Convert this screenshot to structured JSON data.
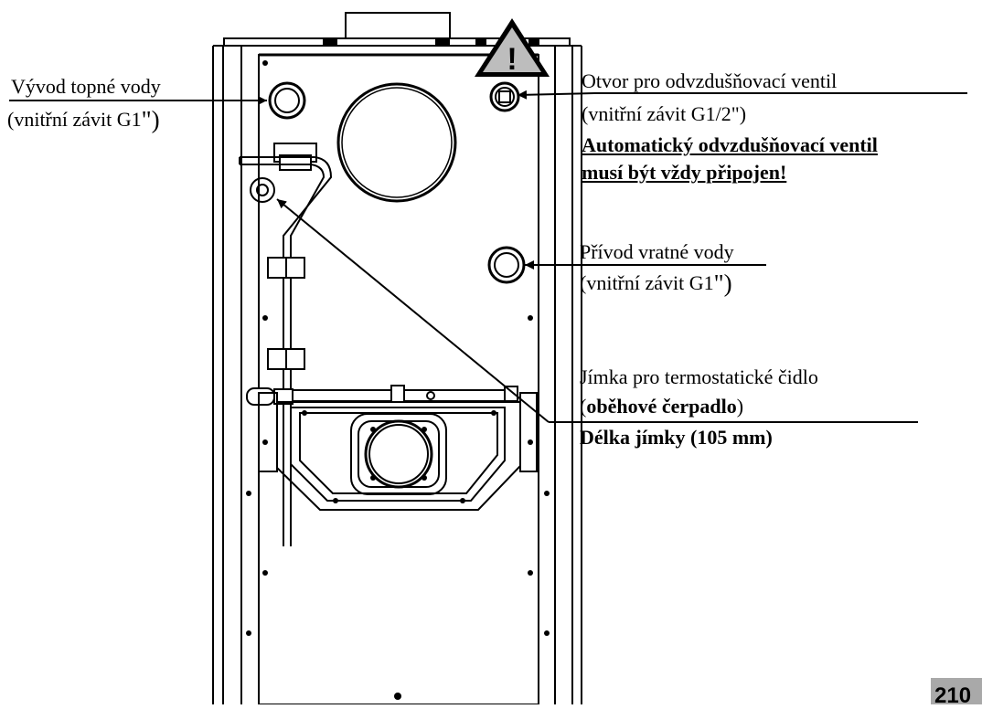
{
  "labels": {
    "outlet_line1": "Vývod topné vody",
    "outlet_line2": "(vnitřní závit G1",
    "outlet_quote": "\"",
    "outlet_close": ")",
    "vent_line1": "Otvor pro odvzdušňovací ventil",
    "vent_line2": "(vnitřní závit G1/2\")",
    "vent_warn_line1": "Automatický odvzdušňovací ventil",
    "vent_warn_line2": "musí být vždy připojen!",
    "return_line1": "Přívod vratné vody",
    "return_line2": "(vnitřní závit G1",
    "return_quote": "\"",
    "return_close": ")",
    "sump_line1": "Jímka pro termostatické čidlo",
    "sump_paren_open": "(",
    "sump_bold": "oběhové čerpadlo",
    "sump_paren_close": ")",
    "sump_length": "Délka jímky (105 mm)"
  },
  "warning_symbol": "!",
  "page_number": "210",
  "icons": {
    "warning": "warning-triangle-icon"
  },
  "colors": {
    "ink": "#000000",
    "panel": "#ffffff",
    "warning_fill": "#bdbdbd",
    "page_badge": "#a9a9a9"
  }
}
